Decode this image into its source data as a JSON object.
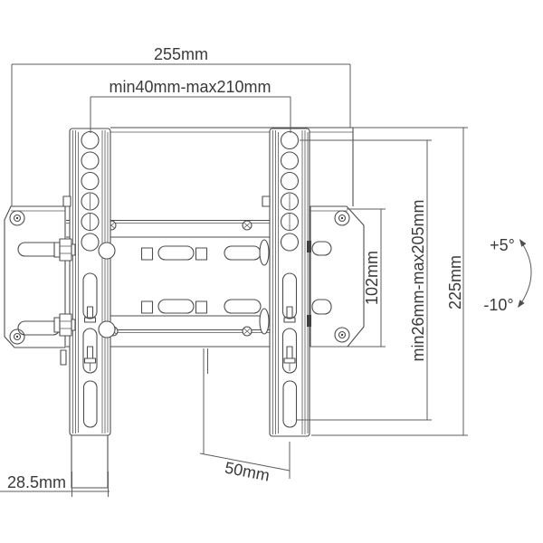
{
  "colors": {
    "line": "#4d4d4d",
    "dimension_line": "#5c5c5c",
    "text": "#3a3a3a",
    "background": "#ffffff"
  },
  "labels": {
    "overall_width": "255mm",
    "mount_width_range": "min40mm-max210mm",
    "plate_height": "102mm",
    "mount_height_range": "min26mm-max205mm",
    "overall_height": "225mm",
    "tilt_up": "+5°",
    "tilt_down": "-10°",
    "bottom_width": "28.5mm",
    "bottom_offset": "50mm"
  }
}
